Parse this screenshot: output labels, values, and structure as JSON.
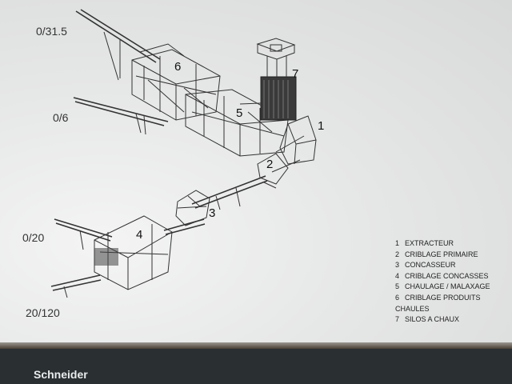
{
  "diagram": {
    "product_labels": [
      "0/31.5",
      "0/6",
      "0/20",
      "20/120"
    ],
    "unit_numbers": [
      "1",
      "2",
      "3",
      "4",
      "5",
      "6",
      "7"
    ]
  },
  "legend": [
    {
      "num": "1",
      "label": "EXTRACTEUR"
    },
    {
      "num": "2",
      "label": "CRIBLAGE PRIMAIRE"
    },
    {
      "num": "3",
      "label": "CONCASSEUR"
    },
    {
      "num": "4",
      "label": "CRIBLAGE CONCASSES"
    },
    {
      "num": "5",
      "label": "CHAULAGE / MALAXAGE"
    },
    {
      "num": "6",
      "label": "CRIBLAGE PRODUITS CHAULES"
    },
    {
      "num": "7",
      "label": "SILOS A CHAUX"
    }
  ],
  "footer": {
    "brand": "Schneider"
  }
}
